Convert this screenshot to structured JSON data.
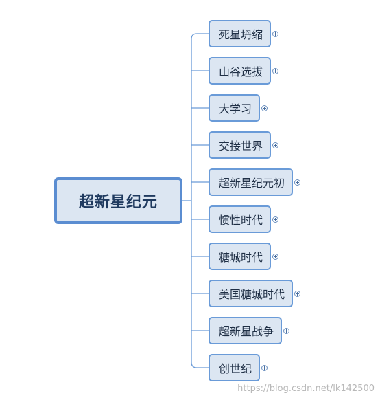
{
  "root": {
    "label": "超新星纪元"
  },
  "topics": [
    {
      "label": "死星坍缩",
      "collapsed": true
    },
    {
      "label": "山谷选拔",
      "collapsed": true
    },
    {
      "label": "大学习",
      "collapsed": true
    },
    {
      "label": "交接世界",
      "collapsed": true
    },
    {
      "label": "超新星纪元初",
      "collapsed": true
    },
    {
      "label": "惯性时代",
      "collapsed": true
    },
    {
      "label": "糖城时代",
      "collapsed": true
    },
    {
      "label": "美国糖城时代",
      "collapsed": true
    },
    {
      "label": "超新星战争",
      "collapsed": true
    },
    {
      "label": "创世纪",
      "collapsed": true
    }
  ],
  "watermark": "https://blog.csdn.net/lk142500",
  "colors": {
    "node_fill": "#dce6f2",
    "root_border": "#5b8dd1",
    "topic_border": "#6a9bd8",
    "connector": "#6a9bd8"
  }
}
